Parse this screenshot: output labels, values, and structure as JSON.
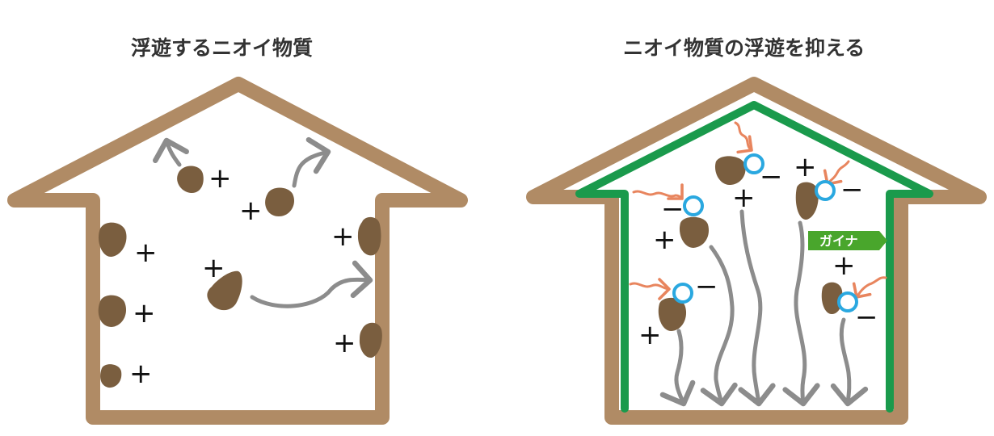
{
  "titles": {
    "left": "浮遊するニオイ物質",
    "right": "ニオイ物質の浮遊を抑える"
  },
  "label": {
    "tag": "ガイナ"
  },
  "symbols": {
    "positive": "+",
    "negative": "−"
  },
  "colors": {
    "house_outline": "#b08b65",
    "coating": "#1a9a4c",
    "odor_particle": "#7a5e3f",
    "arrow": "#8c8c8c",
    "ion_ring": "#2aa8e0",
    "wave": "#e8855e",
    "tag": "#49a62c"
  }
}
